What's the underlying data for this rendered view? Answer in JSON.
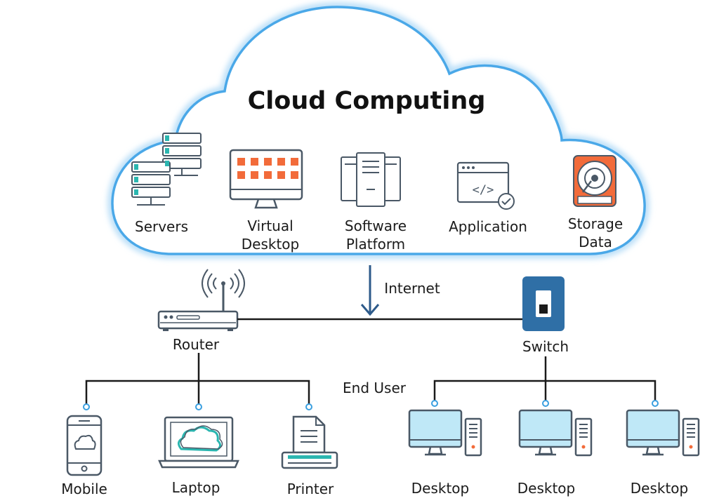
{
  "title": "Cloud Computing",
  "cloud_services": [
    {
      "name": "servers",
      "label": "Servers"
    },
    {
      "name": "virtual-desktop",
      "label": "Virtual\nDesktop"
    },
    {
      "name": "software-platform",
      "label": "Software\nPlatform"
    },
    {
      "name": "application",
      "label": "Application"
    },
    {
      "name": "storage-data",
      "label": "Storage\nData"
    }
  ],
  "network": {
    "internet_label": "Internet",
    "router_label": "Router",
    "switch_label": "Switch",
    "end_user_label": "End User"
  },
  "router_devices": [
    {
      "name": "mobile",
      "label": "Mobile"
    },
    {
      "name": "laptop",
      "label": "Laptop"
    },
    {
      "name": "printer",
      "label": "Printer"
    }
  ],
  "switch_devices": [
    {
      "name": "desktop-1",
      "label": "Desktop"
    },
    {
      "name": "desktop-2",
      "label": "Desktop"
    },
    {
      "name": "desktop-3",
      "label": "Desktop"
    }
  ],
  "colors": {
    "cloud_stroke": "#4aa8e8",
    "line": "#1a1a1a",
    "arrow": "#2d5a8a",
    "accent_orange": "#f26b3a",
    "accent_teal": "#2bb6b0",
    "screen_blue": "#bfe8f7",
    "switch_blue": "#2f6fa6",
    "node_dot": "#3a9fe0"
  }
}
